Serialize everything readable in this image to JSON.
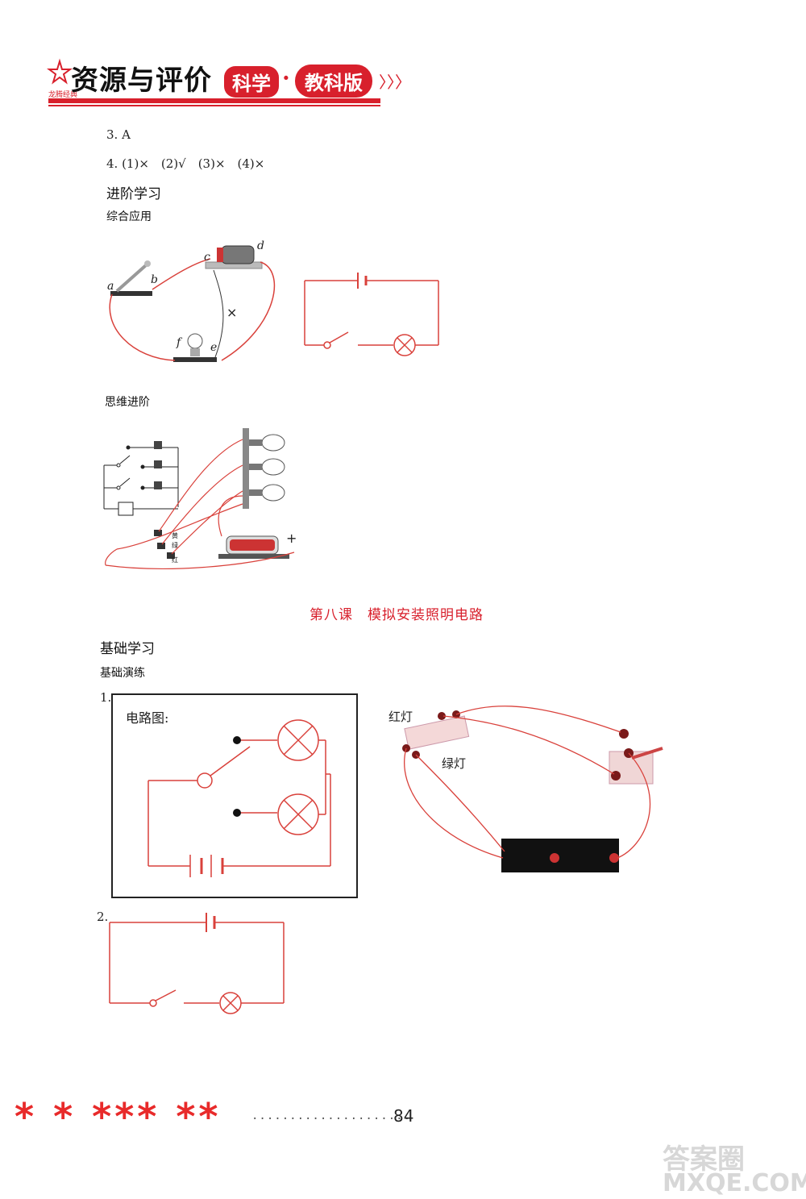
{
  "header": {
    "logo_text": "龙腾经典",
    "title": "资源与评价",
    "subject": "科学",
    "separator": "·",
    "edition": "教科版",
    "arrows": "〉〉〉"
  },
  "answers": {
    "a3": "3. A",
    "a4": "4. (1)×　(2)√　(3)×　(4)×"
  },
  "advanced": {
    "title": "进阶学习",
    "applied_title": "综合应用",
    "fig1_labels": [
      "a",
      "b",
      "c",
      "d",
      "e",
      "f"
    ],
    "fig1_cross": "×",
    "thinking_title": "思维进阶",
    "fig3_labels": [
      "黄",
      "绿",
      "红"
    ],
    "fig3_plus": "+"
  },
  "lesson": {
    "title": "第八课　模拟安装照明电路"
  },
  "basic": {
    "title": "基础学习",
    "practice_title": "基础演练",
    "q1_num": "1.",
    "q1_box_label": "电路图:",
    "red_lamp": "红灯",
    "green_lamp": "绿灯",
    "q2_num": "2."
  },
  "footer": {
    "stars": "* * *** **",
    "dots": "·····················",
    "page_number": "84"
  },
  "watermark": {
    "line1": "答案圈",
    "line2": "MXQE.COM"
  },
  "colors": {
    "accent_red": "#d8202c",
    "wire_red": "#d9413b",
    "star_red": "#e82a2a"
  }
}
